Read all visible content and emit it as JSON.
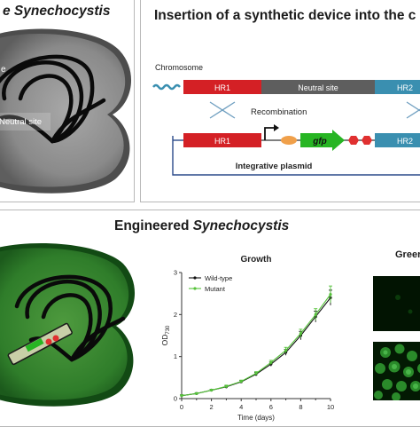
{
  "panel_a": {
    "title_prefix": "",
    "title_italic": "e Synechocystis",
    "cell_label_top": "e",
    "cell_label_site": "Neutral site"
  },
  "panel_b": {
    "title": "Insertion of a synthetic device into the c",
    "chromosome_label": "Chromosome",
    "hr1_label": "HR1",
    "neutral_site_label": "Neutral site",
    "hr2_label": "HR2",
    "recombination_label": "Recombination",
    "gfp_label": "gfp",
    "plasmid_label": "Integrative plasmid"
  },
  "panel_c": {
    "title_prefix": "Engineered ",
    "title_italic": "Synechocystis",
    "green_title": "Greer"
  },
  "colors": {
    "hr1": "#d42025",
    "neutral": "#5e5e5e",
    "hr2": "#3a8fb0",
    "gfp": "#27b523",
    "promoter_rbs": "#f0a04a",
    "terminator": "#e03030",
    "wildtype_series": "#111111",
    "mutant_series": "#55c23a"
  },
  "chart_data": {
    "type": "line",
    "title": "Growth",
    "xlabel": "Time (days)",
    "ylabel": "OD730",
    "xlim": [
      0,
      10
    ],
    "ylim": [
      0,
      3
    ],
    "xticks": [
      0,
      2,
      4,
      6,
      8,
      10
    ],
    "yticks": [
      0,
      1,
      2,
      3
    ],
    "legend_position": "top-left",
    "grid": false,
    "x": [
      0,
      1,
      2,
      3,
      4,
      5,
      6,
      7,
      8,
      9,
      10
    ],
    "series": [
      {
        "name": "Wild-type",
        "values": [
          0.07,
          0.12,
          0.2,
          0.28,
          0.4,
          0.58,
          0.82,
          1.1,
          1.5,
          1.95,
          2.4
        ],
        "error": [
          0.02,
          0.02,
          0.02,
          0.03,
          0.03,
          0.04,
          0.05,
          0.07,
          0.1,
          0.13,
          0.18
        ]
      },
      {
        "name": "Mutant",
        "values": [
          0.07,
          0.12,
          0.2,
          0.29,
          0.41,
          0.6,
          0.86,
          1.15,
          1.55,
          2.0,
          2.48
        ],
        "error": [
          0.02,
          0.02,
          0.02,
          0.03,
          0.03,
          0.04,
          0.05,
          0.07,
          0.1,
          0.14,
          0.2
        ]
      }
    ]
  }
}
